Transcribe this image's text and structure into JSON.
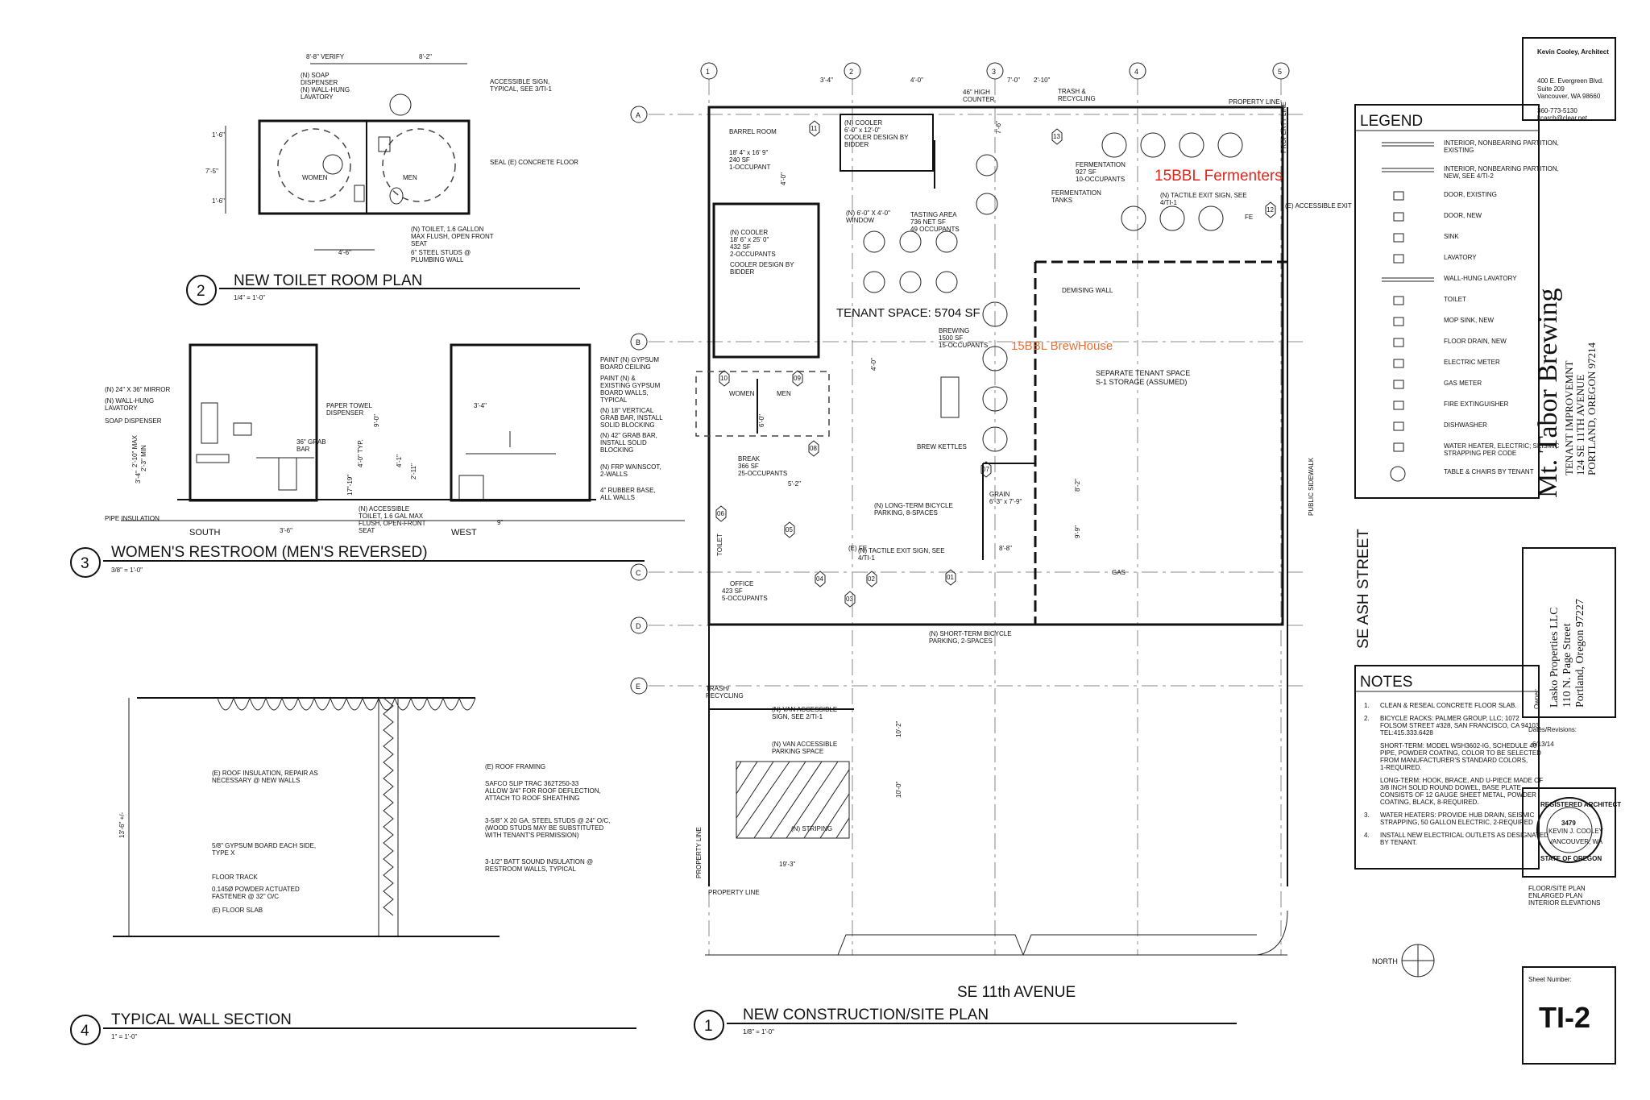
{
  "title_block": {
    "architect_name": "Kevin Cooley, Architect",
    "architect_address1": "400 E. Evergreen Blvd.",
    "architect_address2": "Suite 209",
    "architect_address3": "Vancouver, WA 98660",
    "architect_phone": "360-773-5130",
    "architect_email": "kcarch@clear.net",
    "project_name": "Mt. Tabor Brewing",
    "project_sub1": "TENANT IMPROVEMNT",
    "project_sub2": "124 SE 11TH AVENUE",
    "project_sub3": "PORTLAND, OREGON 97214",
    "owner_label": "Owner:",
    "owner_name": "Lasko Properties LLC",
    "owner_address1": "110 N. Page Street",
    "owner_address2": "Portland, Oregon 97227",
    "dates_label": "Dates/Revisions:",
    "date1": "6/13/14",
    "stamp_line1": "REGISTERED ARCHITECT",
    "stamp_num": "3479",
    "stamp_name": "KEVIN J. COOLEY",
    "stamp_city": "VANCOUVER, WA",
    "stamp_line2": "STATE OF OREGON",
    "sheet_desc1": "FLOOR/SITE PLAN",
    "sheet_desc2": "ENLARGED PLAN",
    "sheet_desc3": "INTERIOR ELEVATIONS",
    "sheet_number_label": "Sheet Number:",
    "sheet_number": "TI-2"
  },
  "legend": {
    "title": "LEGEND",
    "items": [
      {
        "label": "INTERIOR, NONBEARING PARTITION, EXISTING",
        "icon": "wall-existing"
      },
      {
        "label": "INTERIOR, NONBEARING PARTITION, NEW, SEE 4/TI-2",
        "icon": "wall-new"
      },
      {
        "label": "DOOR, EXISTING",
        "icon": "door-existing"
      },
      {
        "label": "DOOR, NEW",
        "icon": "door-new"
      },
      {
        "label": "SINK",
        "icon": "sink"
      },
      {
        "label": "LAVATORY",
        "icon": "lavatory"
      },
      {
        "label": "WALL-HUNG LAVATORY",
        "icon": "wall-lavatory"
      },
      {
        "label": "TOILET",
        "icon": "toilet"
      },
      {
        "label": "MOP SINK, NEW",
        "icon": "mop-sink"
      },
      {
        "label": "FLOOR DRAIN, NEW",
        "icon": "floor-drain"
      },
      {
        "label": "ELECTRIC METER",
        "icon": "electric-meter"
      },
      {
        "label": "GAS METER",
        "icon": "gas-meter"
      },
      {
        "label": "FIRE EXTINGUISHER",
        "icon": "fire-extinguisher"
      },
      {
        "label": "DISHWASHER",
        "icon": "dishwasher"
      },
      {
        "label": "WATER HEATER, ELECTRIC; SEISMIC STRAPPING PER CODE",
        "icon": "water-heater"
      },
      {
        "label": "TABLE & CHAIRS BY TENANT",
        "icon": "table-chairs"
      }
    ]
  },
  "notes": {
    "title": "NOTES",
    "items": [
      {
        "num": "1.",
        "text": "CLEAN & RESEAL CONCRETE FLOOR SLAB."
      },
      {
        "num": "2.",
        "text": "BICYCLE RACKS: PALMER GROUP, LLC; 1072 FOLSOM STREET #328, SAN FRANCISCO, CA 94103, TEL:415.333.6428"
      },
      {
        "num": "",
        "text": "SHORT-TERM: MODEL WSH3602-IG, SCHEDULE 40 PIPE, POWDER COATING, COLOR TO BE SELECTED FROM MANUFACTURER'S STANDARD COLORS, 1-REQUIRED."
      },
      {
        "num": "",
        "text": "LONG-TERM: HOOK, BRACE, AND U-PIECE MADE OF 3/8 INCH SOLID ROUND DOWEL, BASE PLATE CONSISTS OF 12 GAUGE SHEET METAL, POWDER COATING, BLACK, 8-REQUIRED."
      },
      {
        "num": "3.",
        "text": "WATER HEATERS: PROVIDE HUB DRAIN, SEISMIC STRAPPING, 50 GALLON ELECTRIC, 2-REQUIRED"
      },
      {
        "num": "4.",
        "text": "INSTALL NEW ELECTRICAL OUTLETS AS DESIGNATED BY TENANT."
      }
    ]
  },
  "drawings": {
    "d1": {
      "num": "1",
      "title": "NEW CONSTRUCTION/SITE PLAN",
      "scale": "1/8\" = 1'-0\""
    },
    "d2": {
      "num": "2",
      "title": "NEW TOILET ROOM PLAN",
      "scale": "1/4\" = 1'-0\""
    },
    "d3": {
      "num": "3",
      "title": "WOMEN'S RESTROOM (MEN'S REVERSED)",
      "scale": "3/8\" = 1'-0\""
    },
    "d4": {
      "num": "4",
      "title": "TYPICAL WALL SECTION",
      "scale": "1\" = 1'-0\""
    }
  },
  "site": {
    "grid_cols": [
      "1",
      "2",
      "3",
      "4",
      "5"
    ],
    "grid_rows": [
      "A",
      "B",
      "C",
      "D",
      "E"
    ],
    "street_east": "SE ASH STREET",
    "street_south": "SE 11th AVENUE",
    "public_sidewalk": "PUBLIC SIDEWALK",
    "north": "NORTH",
    "property_line": "PROPERTY LINE",
    "tenant_space": "TENANT SPACE: 5704 SF",
    "fermenters_callout": "15BBL Fermenters",
    "brewhouse_callout": "15BBL BrewHouse",
    "rooms": {
      "barrel": "BARREL ROOM",
      "barrel_area": "18' 4\" x 16' 9\"",
      "barrel_sf": "240 SF",
      "barrel_occ": "1-OCCUPANT",
      "cooler_small": "(N) COOLER",
      "cooler_small_dim": "6'-0\" x 12'-0\"",
      "cooler_small_note1": "COOLER DESIGN BY",
      "cooler_small_note2": "BIDDER",
      "cooler": "(N) COOLER",
      "cooler_dim": "18' 6\" x 25' 0\"",
      "cooler_sf": "432 SF",
      "cooler_occ": "2-OCCUPANTS",
      "cooler_note1": "COOLER DESIGN BY",
      "cooler_note2": "BIDDER",
      "window": "(N) 6'-0\" X 4'-0\"",
      "window2": "WINDOW",
      "counter": "46\" HIGH",
      "counter2": "COUNTER",
      "tasting": "TASTING AREA",
      "tasting_sf": "736 NET SF",
      "tasting_occ": "49 OCCUPANTS",
      "fermentation": "FERMENTATION",
      "fermentation_sf": "927 SF",
      "fermentation_occ": "10-OCCUPANTS",
      "fermentation_tanks": "FERMENTATION",
      "fermentation_tanks2": "TANKS",
      "tactile_exit": "(N) TACTILE EXIT SIGN, SEE",
      "tactile_exit2": "4/TI-1",
      "accessible_exit": "(E) ACCESSIBLE EXIT",
      "trash": "TRASH &",
      "trash2": "RECYCLING",
      "demising": "DEMISING WALL",
      "brewing": "BREWING",
      "brewing_sf": "1500 SF",
      "brewing_occ": "15-OCCUPANTS",
      "separate": "SEPARATE TENANT SPACE",
      "separate2": "S-1 STORAGE (ASSUMED)",
      "brew_kettles": "BREW KETTLES",
      "grain": "GRAIN",
      "grain_dim": "6'-3\" x 7'-9\"",
      "women": "WOMEN",
      "men": "MEN",
      "break": "BREAK",
      "break_sf": "366 SF",
      "break_occ": "25-OCCUPANTS",
      "bike_long": "(N) LONG-TERM BICYCLE",
      "bike_long2": "PARKING, 8-SPACES",
      "tactile2": "(N) TACTILE EXIT SIGN, SEE",
      "tactile2b": "4/TI-1",
      "toilet": "TOILET",
      "office": "OFFICE",
      "office_sf": "423 SF",
      "office_occ": "5-OCCUPANTS",
      "bike_short": "(N) SHORT-TERM BICYCLE",
      "bike_short2": "PARKING, 2-SPACES",
      "trash_rec": "TRASH/",
      "trash_rec2": "RECYCLING",
      "van_sign": "(N) VAN ACCESSIBLE",
      "van_sign2": "SIGN, SEE 2/TI-1",
      "van_space": "(N) VAN ACCESSIBLE",
      "van_space2": "PARKING SPACE",
      "striping": "(N) STRIPING",
      "gas": "GAS",
      "efe": "(E) FE",
      "fe": "FE"
    },
    "dims": [
      "3'-4\"",
      "4'-0\"",
      "7'-0\"",
      "2'-10\"",
      "7'-6\"",
      "4'-0\"",
      "5'-2\"",
      "6'-0\"",
      "4'-0\"",
      "8'-2\"",
      "9'-9\"",
      "8'-8\"",
      "10'-2\"",
      "10'-0\"",
      "19'-3\""
    ],
    "tags": [
      "11",
      "13",
      "12",
      "10",
      "09",
      "08",
      "07",
      "06",
      "05",
      "04",
      "03",
      "02",
      "01"
    ]
  },
  "toilet_plan": {
    "dim_top1": "8'-8\" VERIFY",
    "dim_top2": "8'-2\"",
    "dim_left1": "1'-6\"",
    "dim_left2": "7'-5\"",
    "dim_left3": "1'-6\"",
    "dim_bottom": "4'-6\"",
    "soap": "(N) SOAP",
    "soap2": "DISPENSER",
    "lav": "(N) WALL-HUNG",
    "lav2": "LAVATORY",
    "sign": "ACCESSIBLE SIGN,",
    "sign2": "TYPICAL, SEE 3/TI-1",
    "seal": "SEAL (E) CONCRETE FLOOR",
    "women": "WOMEN",
    "men": "MEN",
    "toilet_note": "(N) TOILET, 1.6 GALLON",
    "toilet_note2": "MAX FLUSH, OPEN FRONT",
    "toilet_note3": "SEAT",
    "studs": "6\" STEEL STUDS @",
    "studs2": "PLUMBING WALL"
  },
  "restroom_elev": {
    "mirror": "(N) 24\" X 36\" MIRROR",
    "lav": "(N) WALL-HUNG",
    "lav2": "LAVATORY",
    "soap": "SOAP DISPENSER",
    "towel": "PAPER TOWEL",
    "towel2": "DISPENSER",
    "grab36": "36\" GRAB",
    "grab36b": "BAR",
    "pipe": "PIPE INSULATION",
    "south": "SOUTH",
    "west": "WEST",
    "paint1": "PAINT (N) GYPSUM",
    "paint1b": "BOARD CEILING",
    "paint2": "PAINT (N) &",
    "paint2b": "EXISTING GYPSUM",
    "paint2c": "BOARD WALLS,",
    "paint2d": "TYPICAL",
    "vert": "(N) 18\" VERTICAL",
    "vert2": "GRAB BAR, INSTALL",
    "vert3": "SOLID BLOCKING",
    "grab42": "(N) 42\" GRAB BAR,",
    "grab42b": "INSTALL SOLID",
    "grab42c": "BLOCKING",
    "frp": "(N) FRP WAINSCOT,",
    "frp2": "2-WALLS",
    "base": "4\" RUBBER BASE,",
    "base2": "ALL WALLS",
    "acc_toilet": "(N) ACCESSIBLE",
    "acc_toilet2": "TOILET, 1.6 GAL MAX",
    "acc_toilet3": "FLUSH, OPEN-FRONT",
    "acc_toilet4": "SEAT",
    "dims": [
      "3'-4\"",
      "2'-10\" MAX",
      "2'-3\" MIN",
      "17\"-19\"",
      "4'-0\" TYP.",
      "9'-0\"",
      "4'-1\"",
      "2'-11\"",
      "3'-6\"",
      "3'-4\"",
      "9\""
    ]
  },
  "wall_section": {
    "height": "13'-6\" +/-",
    "roof_framing": "(E) ROOF FRAMING",
    "roof_insul": "(E) ROOF INSULATION, REPAIR AS",
    "roof_insul2": "NECESSARY @ NEW WALLS",
    "safco": "SAFCO SLIP TRAC 362T250-33",
    "safco2": "ALLOW 3/4\" FOR ROOF DEFLECTION,",
    "safco3": "ATTACH TO ROOF SHEATHING",
    "studs": "3-5/8\" X 20 GA. STEEL STUDS @ 24\" O/C,",
    "studs2": "(WOOD STUDS MAY BE SUBSTITUTED",
    "studs3": "WITH TENANT'S PERMISSION)",
    "gyp": "5/8\" GYPSUM BOARD EACH SIDE,",
    "gyp2": "TYPE X",
    "batt": "3-1/2\" BATT SOUND INSULATION @",
    "batt2": "RESTROOM WALLS, TYPICAL",
    "track": "FLOOR TRACK",
    "fastener": "0.145Ø POWDER ACTUATED",
    "fastener2": "FASTENER @ 32\" O/C",
    "slab": "(E) FLOOR SLAB"
  },
  "colors": {
    "ink": "#111111",
    "red_callout": "#e0261b",
    "orange_callout": "#ee6f2d"
  }
}
